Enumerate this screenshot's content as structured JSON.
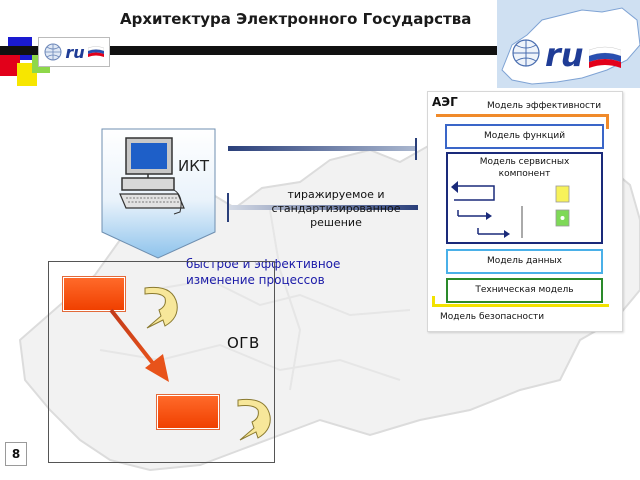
{
  "header": {
    "title": "Архитектура Электронного Государства",
    "logo_text": "ru"
  },
  "ikt": {
    "label": "ИКТ"
  },
  "replication": {
    "line1": "тиражируемое и",
    "line2": "стандартизированное",
    "line3": "решение"
  },
  "process": {
    "line1": "быстрое и эффективное",
    "line2": "изменение процессов"
  },
  "ogv": {
    "label": "ОГВ"
  },
  "aeg": {
    "title": "АЭГ",
    "efficiency_model": "Модель эффективности",
    "function_model": "Модель функций",
    "service_model_line1": "Модель сервисных",
    "service_model_line2": "компонент",
    "data_model": "Модель данных",
    "technical_model": "Техническая модель",
    "security_model": "Модель безопасности"
  },
  "colors": {
    "accent_red": "#e2001a",
    "accent_blue": "#1f3c96",
    "ogv_block": "#f04a0a",
    "efficiency_bar": "#f08a2a",
    "security_bar": "#f2e200",
    "function_border": "#3a66c8",
    "service_border": "#1a2a7a",
    "data_border": "#4ab0e8",
    "technical_border": "#2a8a2a"
  },
  "footer": {
    "page_number": "8"
  }
}
